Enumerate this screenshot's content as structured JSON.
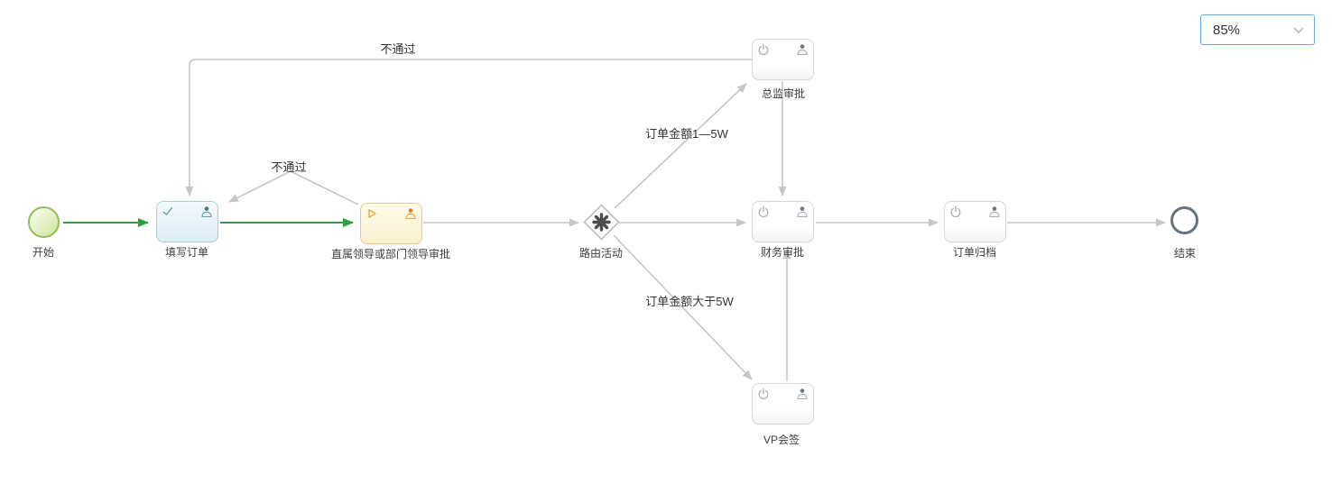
{
  "zoom_control": {
    "value": "85%",
    "icon": "chevron-down-icon"
  },
  "diagram": {
    "nodes": [
      {
        "id": "start",
        "type": "start-event",
        "label": "开始"
      },
      {
        "id": "fill-order",
        "type": "user-task",
        "label": "填写订单",
        "icons": [
          "check-icon",
          "user-icon"
        ],
        "accent": "#a8cdd9"
      },
      {
        "id": "leader-approval",
        "type": "user-task",
        "label": "直属领导或部门领导审批",
        "icons": [
          "play-icon",
          "user-icon"
        ],
        "accent": "#e6cc85"
      },
      {
        "id": "route-activity",
        "type": "gateway",
        "label": "路由活动",
        "icons": [
          "asterisk-icon"
        ]
      },
      {
        "id": "director-approval",
        "type": "user-task",
        "label": "总监审批",
        "icons": [
          "power-icon",
          "user-icon"
        ]
      },
      {
        "id": "finance-approval",
        "type": "user-task",
        "label": "财务审批",
        "icons": [
          "power-icon",
          "user-icon"
        ]
      },
      {
        "id": "vp-countersign",
        "type": "user-task",
        "label": "VP会签",
        "icons": [
          "power-icon",
          "user-icon"
        ]
      },
      {
        "id": "order-archive",
        "type": "user-task",
        "label": "订单归档",
        "icons": [
          "power-icon",
          "user-icon"
        ]
      },
      {
        "id": "end",
        "type": "end-event",
        "label": "结束"
      }
    ],
    "edges": [
      {
        "from": "start",
        "to": "fill-order",
        "label": "",
        "style": "active"
      },
      {
        "from": "fill-order",
        "to": "leader-approval",
        "label": "",
        "style": "active"
      },
      {
        "from": "leader-approval",
        "to": "fill-order",
        "label": "不通过",
        "style": "default"
      },
      {
        "from": "leader-approval",
        "to": "route-activity",
        "label": "",
        "style": "default"
      },
      {
        "from": "route-activity",
        "to": "director-approval",
        "label": "订单金额1—5W",
        "style": "default"
      },
      {
        "from": "director-approval",
        "to": "fill-order",
        "label": "不通过",
        "style": "default"
      },
      {
        "from": "director-approval",
        "to": "finance-approval",
        "label": "",
        "style": "default"
      },
      {
        "from": "route-activity",
        "to": "finance-approval",
        "label": "",
        "style": "default"
      },
      {
        "from": "route-activity",
        "to": "vp-countersign",
        "label": "订单金额大于5W",
        "style": "default"
      },
      {
        "from": "vp-countersign",
        "to": "finance-approval",
        "label": "",
        "style": "default"
      },
      {
        "from": "finance-approval",
        "to": "order-archive",
        "label": "",
        "style": "default"
      },
      {
        "from": "order-archive",
        "to": "end",
        "label": "",
        "style": "default"
      }
    ],
    "colors": {
      "flow_active": "#2e9e41",
      "flow_default": "#c6c6c6",
      "start_border": "#8cbf56",
      "end_border": "#68727d",
      "task_blue_border": "#a8cdd9",
      "task_yellow_border": "#e6cc85",
      "task_plain_border": "#d8d8d8",
      "zoom_border": "#66ade0"
    }
  }
}
